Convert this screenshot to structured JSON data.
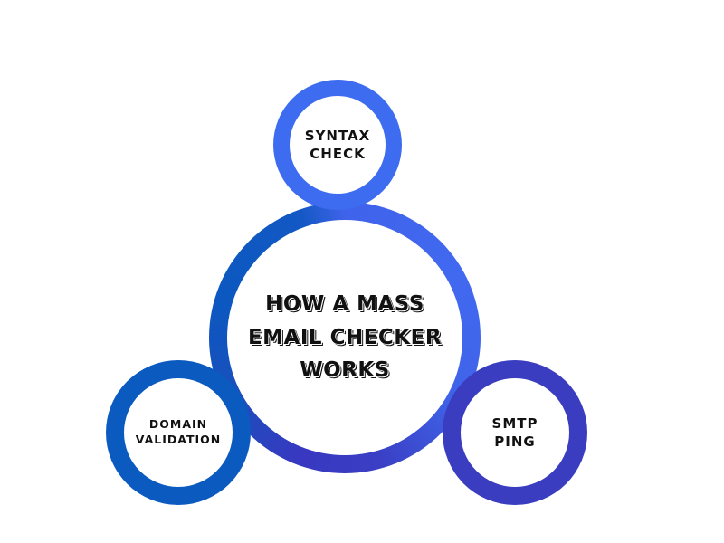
{
  "title_lines": [
    "HOW A MASS",
    "EMAIL CHECKER",
    "WORKS"
  ],
  "steps": [
    {
      "lines": [
        "SYNTAX",
        "CHECK"
      ],
      "color": "#3d6cf0"
    },
    {
      "lines": [
        "DOMAIN",
        "VALIDATION"
      ],
      "color": "#0b5ac0"
    },
    {
      "lines": [
        "SMTP",
        "PING"
      ],
      "color": "#3a3dc0"
    }
  ]
}
